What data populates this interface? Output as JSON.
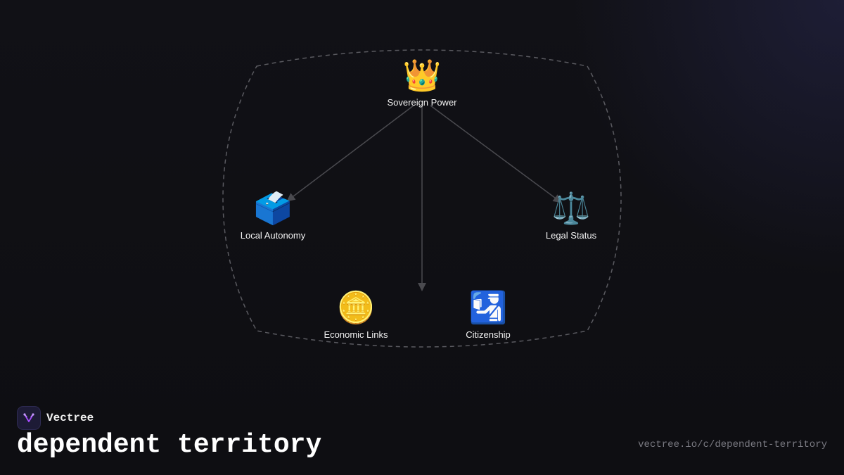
{
  "diagram": {
    "nodes": [
      {
        "id": "sovereign",
        "icon": "crown-icon",
        "emoji": "👑",
        "label": "Sovereign Power"
      },
      {
        "id": "local",
        "icon": "ballot-box-icon",
        "emoji": "🗳️",
        "label": "Local Autonomy"
      },
      {
        "id": "legal",
        "icon": "balance-scale-icon",
        "emoji": "⚖️",
        "label": "Legal Status"
      },
      {
        "id": "economic",
        "icon": "coin-icon",
        "emoji": "🪙",
        "label": "Economic Links"
      },
      {
        "id": "citizenship",
        "icon": "passport-control-icon",
        "emoji": "🛂",
        "label": "Citizenship"
      }
    ],
    "edges": [
      {
        "from": "sovereign",
        "to": "local"
      },
      {
        "from": "sovereign",
        "to": "legal"
      },
      {
        "from": "sovereign",
        "to": "economic-citizenship-gap"
      }
    ],
    "colors": {
      "edge": "#4a4a4f",
      "boundary": "#5a5a60",
      "label": "#f2f2f2"
    }
  },
  "brand": {
    "name": "Vectree",
    "logo_icon": "vectree-logo-icon",
    "accent": "#a64cff"
  },
  "footer": {
    "title": "dependent territory",
    "url": "vectree.io/c/dependent-territory"
  }
}
